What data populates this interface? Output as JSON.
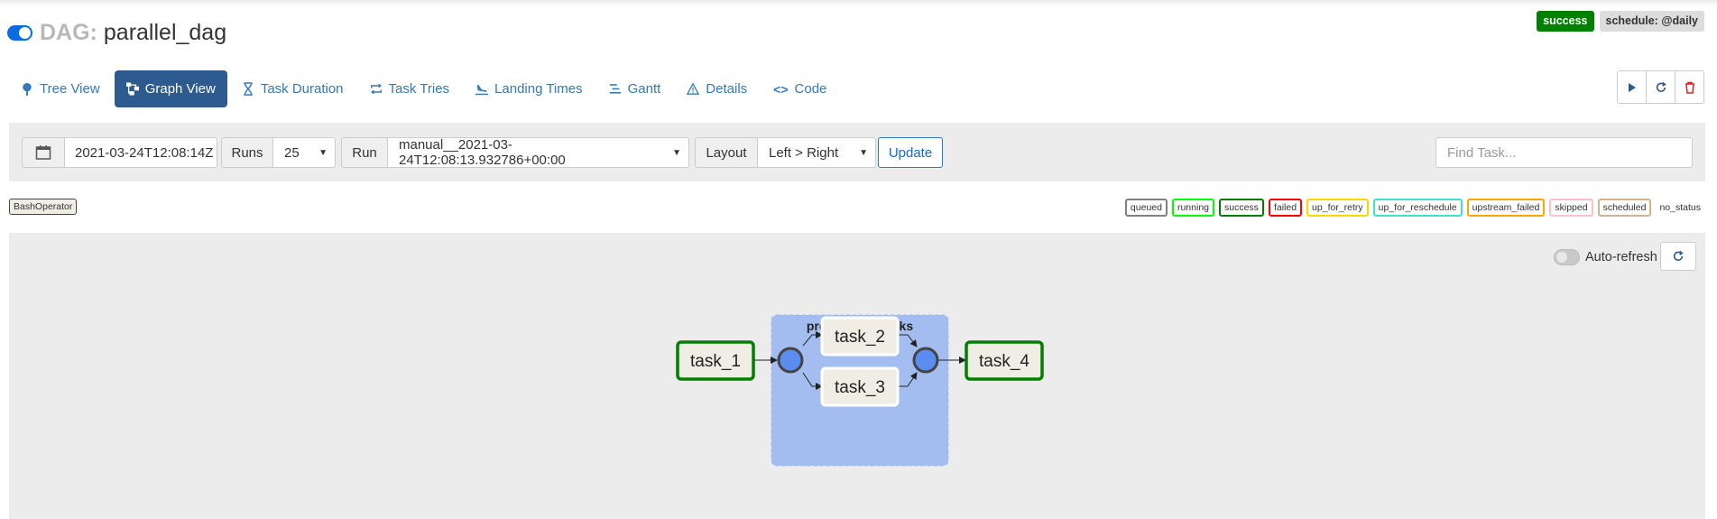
{
  "header": {
    "dag_prefix": "DAG:",
    "dag_name": "parallel_dag",
    "status_badge": "success",
    "schedule_badge": "schedule: @daily"
  },
  "tabs": [
    {
      "label": "Tree View",
      "icon": "tree-icon"
    },
    {
      "label": "Graph View",
      "icon": "graph-icon",
      "active": true
    },
    {
      "label": "Task Duration",
      "icon": "hourglass-icon"
    },
    {
      "label": "Task Tries",
      "icon": "retry-icon"
    },
    {
      "label": "Landing Times",
      "icon": "plane-landing-icon"
    },
    {
      "label": "Gantt",
      "icon": "gantt-icon"
    },
    {
      "label": "Details",
      "icon": "warning-triangle-icon"
    },
    {
      "label": "Code",
      "icon": "code-icon"
    }
  ],
  "filter": {
    "date": "2021-03-24T12:08:14Z",
    "runs_label": "Runs",
    "runs_value": "25",
    "run_label": "Run",
    "run_value": "manual__2021-03-24T12:08:13.932786+00:00",
    "layout_label": "Layout",
    "layout_value": "Left > Right",
    "update_label": "Update",
    "find_placeholder": "Find Task..."
  },
  "operator_label": "BashOperator",
  "legend": [
    "queued",
    "running",
    "success",
    "failed",
    "up_for_retry",
    "up_for_reschedule",
    "upstream_failed",
    "skipped",
    "scheduled",
    "no_status"
  ],
  "legend_colors": {
    "queued": "#808080",
    "running": "#00ff00",
    "success": "#008000",
    "failed": "#ff0000",
    "up_for_retry": "#ffd700",
    "up_for_reschedule": "#40e0d0",
    "upstream_failed": "#ffa500",
    "skipped": "#ffc0cb",
    "scheduled": "#d2b48c",
    "no_status": "#ffffff"
  },
  "graph": {
    "auto_refresh_label": "Auto-refresh",
    "group_label": "processing_tasks",
    "nodes": {
      "task_1": "task_1",
      "task_2": "task_2",
      "task_3": "task_3",
      "task_4": "task_4"
    }
  },
  "colors": {
    "accent": "#0b6ce0",
    "tab_active": "#2e5b8f",
    "success": "#008000",
    "group_fill": "#a3bdf0",
    "join_node": "#5b8def"
  }
}
